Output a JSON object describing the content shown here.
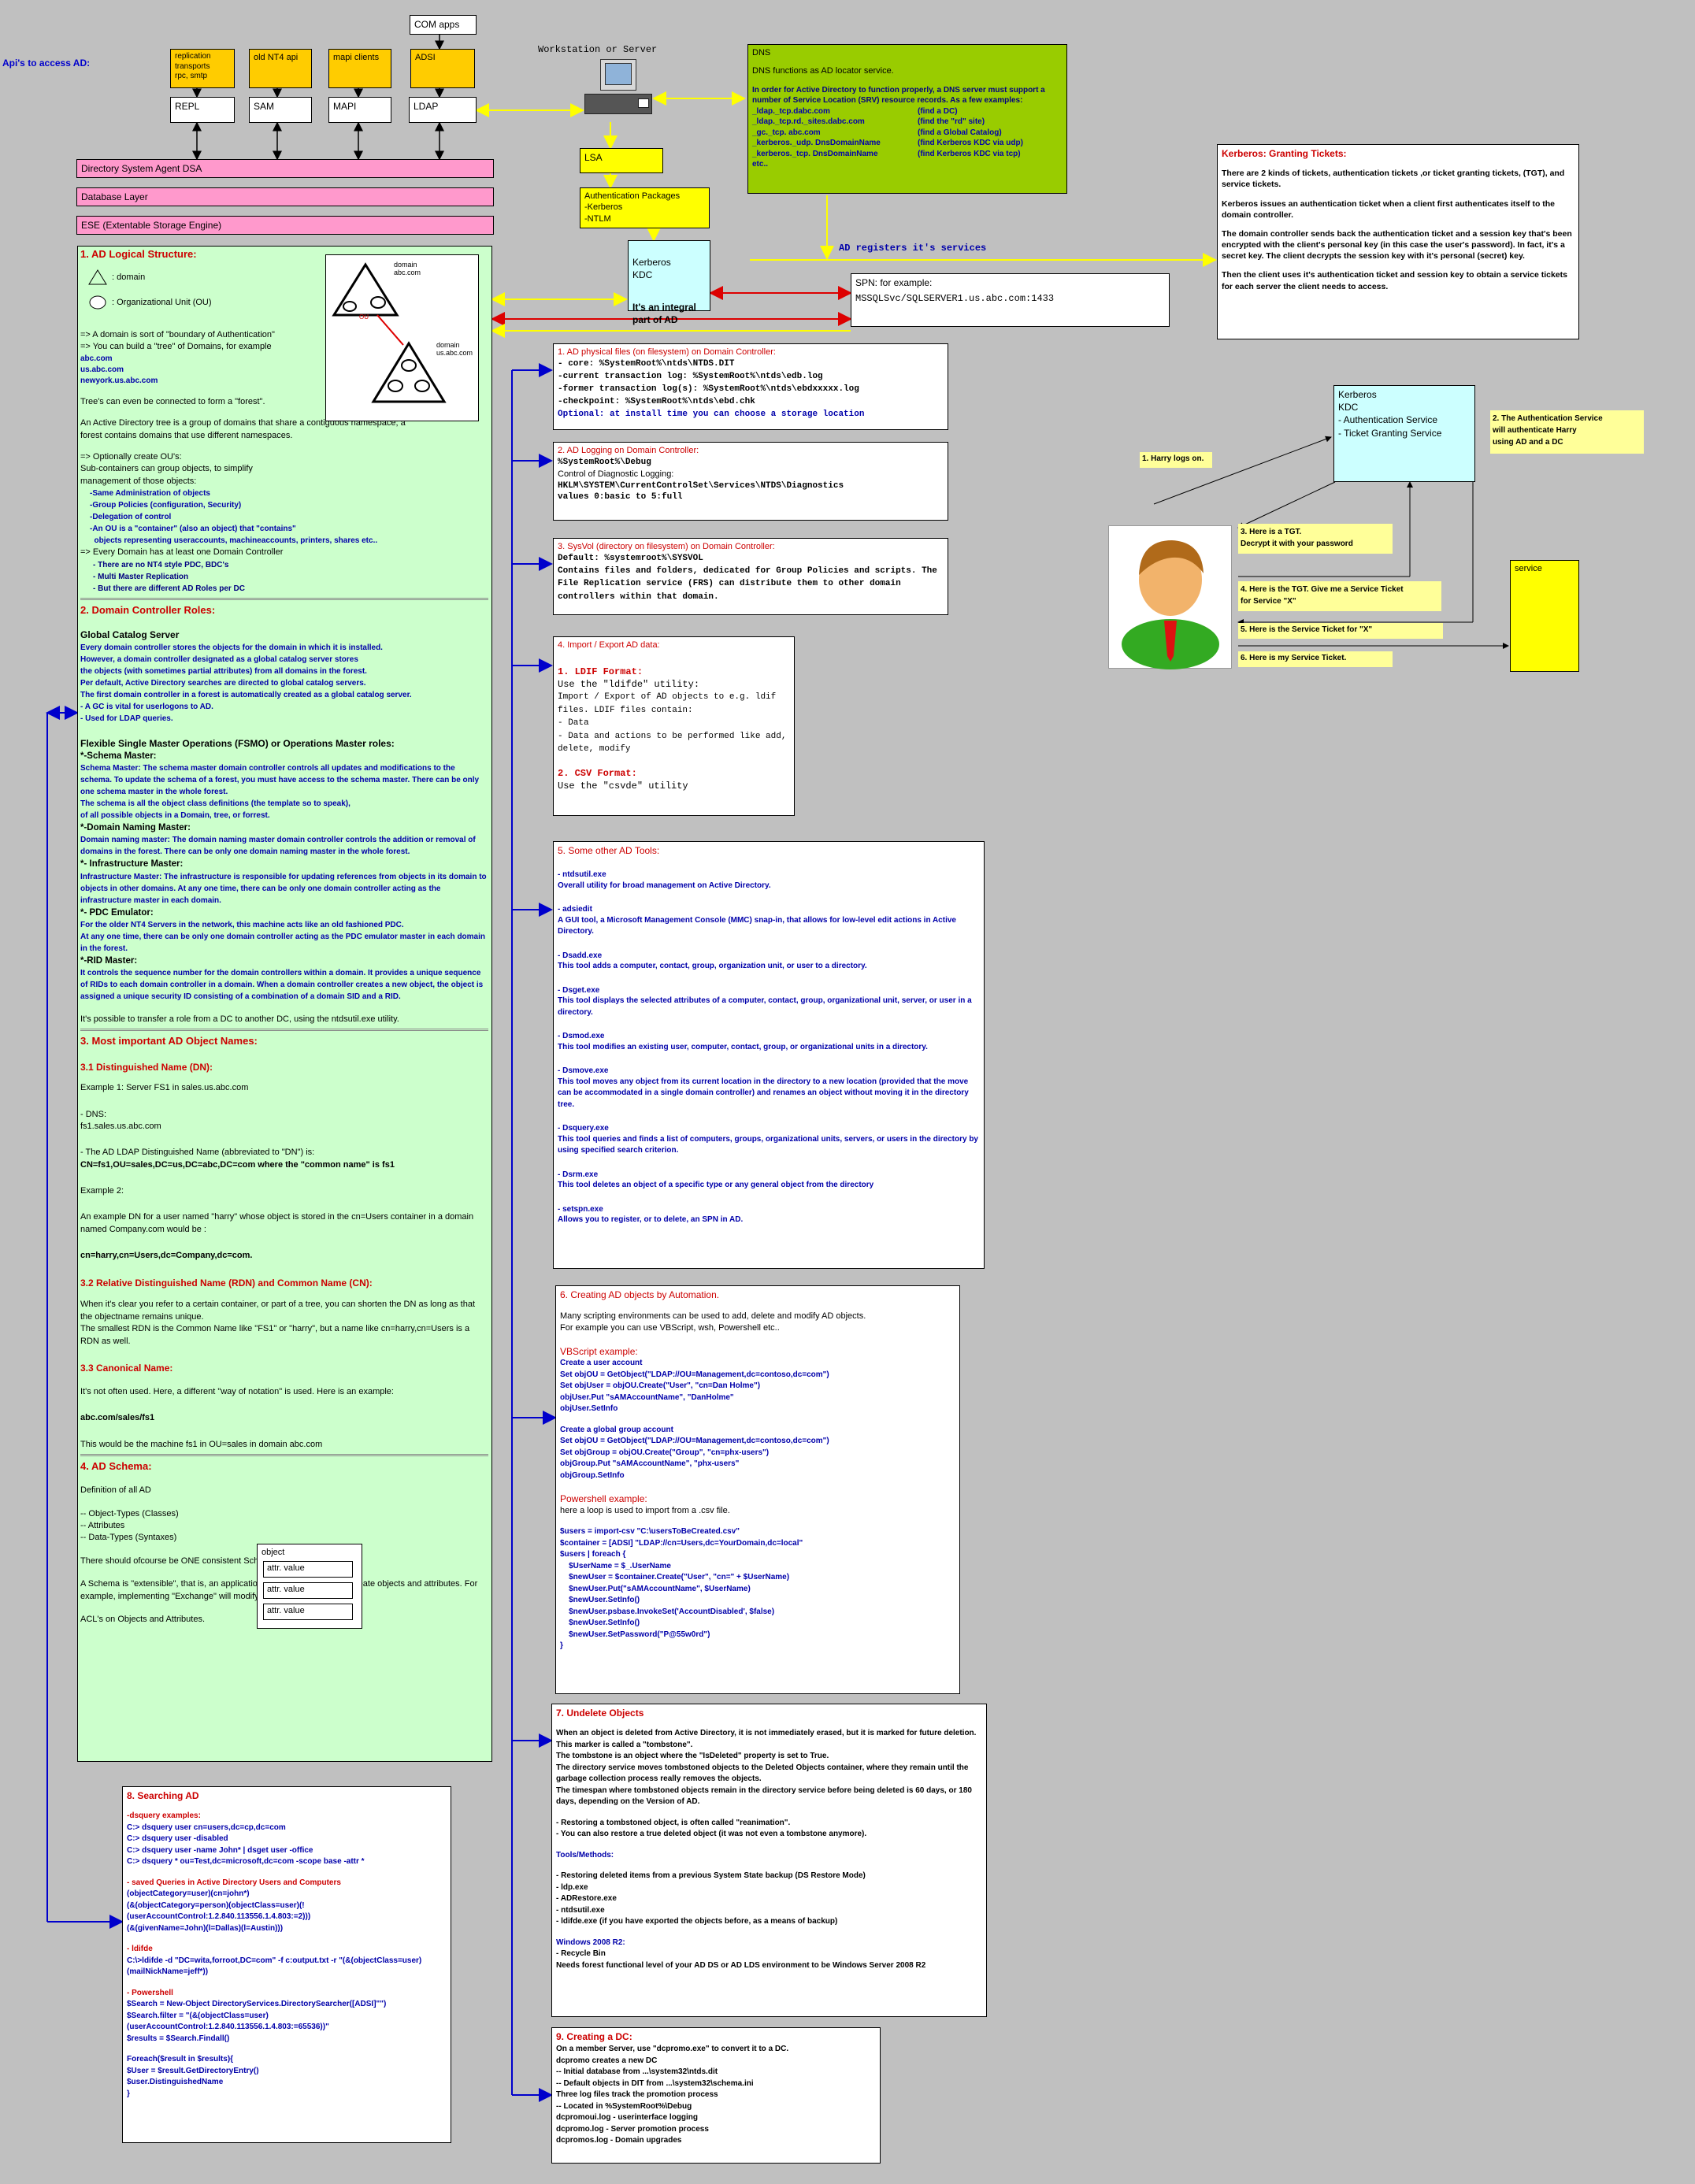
{
  "apis_label": "Api's to access AD:",
  "top_apis": [
    {
      "label": "replication\ntransports\nrpc, smtp"
    },
    {
      "label": "old NT4 api"
    },
    {
      "label": "mapi clients"
    },
    {
      "label": "ADSI"
    }
  ],
  "com_apps": "COM apps",
  "interfaces": [
    "REPL",
    "SAM",
    "MAPI",
    "LDAP"
  ],
  "layers": [
    "Directory System Agent DSA",
    "Database Layer",
    "ESE (Extentable Storage Engine)"
  ],
  "workstation_label": "Workstation or Server",
  "lsa_label": "LSA",
  "auth_packages": [
    "Authentication Packages",
    "-Kerberos",
    "-NTLM"
  ],
  "kdc": {
    "title": "Kerberos\nKDC",
    "integral": "It's an integral\npart of AD"
  },
  "ad_registers": "AD registers it's services",
  "spn": {
    "label": "SPN: for example:",
    "value": "MSSQLSvc/SQLSERVER1.us.abc.com:1433"
  },
  "dns": {
    "title": "DNS",
    "subtitle": "DNS functions as AD locator service.",
    "intro": "In order for Active Directory to function properly, a DNS server must support  a number of Service Location (SRV) resource records. As a few examples:",
    "records": [
      {
        "rec": "_ldap._tcp.dabc.com",
        "desc": "(find a DC)"
      },
      {
        "rec": "_ldap._tcp.rd._sites.dabc.com",
        "desc": "(find the \"rd\" site)"
      },
      {
        "rec": "_gc._tcp. abc.com",
        "desc": "(find a Global Catalog)"
      },
      {
        "rec": "_kerberos._udp. DnsDomainName",
        "desc": "(find Kerberos KDC via udp)"
      },
      {
        "rec": "_kerberos._tcp. DnsDomainName",
        "desc": "(find Kerberos KDC via tcp)"
      },
      {
        "rec": "etc..",
        "desc": ""
      }
    ]
  },
  "kerberos_tickets": {
    "title": "Kerberos: Granting Tickets:",
    "paras": [
      "There are  2 kinds of tickets, authentication tickets ,or ticket granting tickets, (TGT), and service tickets.",
      "Kerberos issues an authentication ticket when a client first authenticates itself to the domain controller.",
      "The domain controller sends back the authentication ticket and a session key that's been encrypted with the client's personal key (in this case the user's password). In fact, it's a secret key. The client decrypts the session key with it's personal (secret) key.",
      "Then the client uses it's authentication ticket and session key to obtain a service tickets for each server the client needs to access."
    ]
  },
  "kdc_flow": {
    "kdc_box": [
      "Kerberos",
      "KDC",
      "- Authentication Service",
      "- Ticket Granting Service"
    ],
    "step1": "1. Harry logs on.",
    "step2": "2. The Authentication Service\nwill authenticate Harry\nusing AD and a DC",
    "step3": "3. Here is a TGT.\nDecrypt it with your password",
    "step4": "4. Here is the TGT. Give me a Service Ticket\nfor Service \"X\"",
    "step5": "5. Here is the Service Ticket for \"X\"",
    "step6": "6. Here is my Service Ticket.",
    "service": "service"
  },
  "logical": {
    "title": "1. AD   Logical Structure:",
    "legend_domain": ": domain",
    "legend_ou": ": Organizational Unit (OU)",
    "tree_domain1": "domain\nabc.com",
    "tree_domain2": "domain\nus.abc.com",
    "tree_ou": "OU",
    "lines": [
      "=> A domain is sort of \"boundary of Authentication\"",
      "=> You can build a \"tree\" of Domains, for example"
    ],
    "domains": [
      "abc.com",
      "us.abc.com",
      "newyork.us.abc.com"
    ],
    "forest": "Tree's can even be connected to form a \"forest\".",
    "forest2": "An Active Directory tree is a group of domains that share a contiguous namespace; a forest contains domains that use different namespaces.",
    "ou_intro": "=> Optionally create OU's:",
    "ou_sub": "Sub-containers can group objects, to simplify\nmanagement of those objects:",
    "ou_items": [
      "-Same Administration of objects",
      "-Group Policies (configuration, Security)",
      "-Delegation of control",
      "-An OU is a \"container\" (also an object) that \"contains\"",
      "  objects representing useraccounts, machineaccounts, printers, shares etc.."
    ],
    "every_dc": "=> Every Domain has at least one Domain Controller",
    "dc_items": [
      "- There are no NT4 style PDC, BDC's",
      "- Multi Master Replication",
      "- But there are different AD Roles per DC"
    ]
  },
  "dc_roles": {
    "title": "2. Domain Controller Roles:",
    "gc_title": "Global Catalog Server",
    "gc_text": [
      "Every domain controller stores the objects for the domain in which it is installed.",
      "However, a domain controller designated as a global catalog server stores",
      "the objects (with sometimes partial attributes) from all domains in the forest.",
      "Per default, Active Directory searches are directed to global catalog servers.",
      "The first domain controller in a forest is automatically created as a global catalog server.",
      "- A GC is vital for userlogons to AD.",
      "- Used for LDAP queries."
    ],
    "fsmo_title": "Flexible Single Master Operations (FSMO)  or Operations Master roles:",
    "roles": [
      {
        "name": "*-Schema Master:",
        "text": "Schema Master: The schema master domain controller controls all updates and modifications to the schema. To update the schema of a forest, you must have access to the schema master. There can be only one schema master in the whole forest.\nThe schema is all the object class definitions (the template so to speak),\nof all possible objects in a Domain, tree, or forrest."
      },
      {
        "name": "*-Domain Naming Master:",
        "text": "Domain naming master: The domain naming master domain controller controls the addition or removal of domains in the forest. There can be only one domain naming master in the whole forest."
      },
      {
        "name": "*- Infrastructure Master:",
        "text": "Infrastructure Master: The infrastructure is responsible for updating references from objects in its domain to objects in other domains. At any one time, there can be only one domain controller acting as the infrastructure master in each domain."
      },
      {
        "name": "*- PDC Emulator:",
        "text": "For the older NT4 Servers in the network, this machine acts like an old fashioned PDC.\nAt any one time, there can be only one domain controller acting as the PDC emulator master in each domain in the forest."
      },
      {
        "name": "*-RID Master:",
        "text": "It controls the sequence number for the domain controllers within a domain. It provides a unique sequence of RIDs to each domain controller in a domain. When a domain controller creates a new object, the object is assigned a unique security ID consisting of a combination of a domain SID and a RID."
      }
    ],
    "transfer": "It's possible to transfer a role from a DC to another DC, using the ntdsutil.exe utility."
  },
  "object_names": {
    "title": "3. Most important AD Object Names:",
    "dn_title": "3.1 Distinguished Name (DN):",
    "dn_lines": [
      "Example 1: Server FS1 in sales.us.abc.com",
      "- DNS:",
      "fs1.sales.us.abc.com",
      "- The AD LDAP Distinguished Name (abbreviated to \"DN\") is:",
      "CN=fs1,OU=sales,DC=us,DC=abc,DC=com       where the \"common name\" is fs1",
      "Example 2:",
      "An example DN for a user named \"harry\" whose object is stored in the cn=Users container in a domain named Company.com would be :",
      "cn=harry,cn=Users,dc=Company,dc=com."
    ],
    "rdn_title": "3.2 Relative Distinguished Name (RDN) and Common Name (CN):",
    "rdn_lines": [
      "When it's clear you refer to a certain container, or part of a tree, you can shorten the DN as long as that the objectname remains unique.",
      "The smallest RDN is the Common Name like \"FS1\" or \"harry\", but a name like cn=harry,cn=Users is a RDN as well."
    ],
    "cn_title": "3.3 Canonical Name:",
    "cn_lines": [
      "It's not often used. Here, a different \"way of notation\" is used. Here is an example:",
      "abc.com/sales/fs1",
      "This would be the machine fs1 in OU=sales in domain abc.com"
    ]
  },
  "schema": {
    "title": "4. AD Schema:",
    "object_label": "object",
    "attrs": [
      "attr. value",
      "attr. value",
      "attr. value"
    ],
    "lines": [
      "Definition of all AD",
      "-- Object-Types (Classes)",
      "-- Attributes",
      "-- Data-Types (Syntaxes)",
      "There should ofcourse be ONE consistent Schema inside a single Forest.",
      "A Schema is \"extensible\", that is, an application or Administrator could create objects and attributes. For example, implementing \"Exchange\" will modify AD.",
      "ACL's on Objects and Attributes."
    ]
  },
  "physical_files": {
    "title": "1. AD physical files (on filesystem) on Domain Controller:",
    "lines": [
      "- core: %SystemRoot%\\ntds\\NTDS.DIT",
      "-current transaction log: %SystemRoot%\\ntds\\edb.log",
      "-former transaction log(s): %SystemRoot%\\ntds\\ebdxxxxx.log",
      "-checkpoint: %SystemRoot%\\ntds\\ebd.chk",
      "Optional: at install time you can choose a storage location"
    ]
  },
  "logging": {
    "title": "2. AD Logging on Domain Controller:",
    "lines": [
      "%SystemRoot%\\Debug",
      "Control of Diagnostic Logging:",
      "HKLM\\SYSTEM\\CurrentControlSet\\Services\\NTDS\\Diagnostics",
      "values 0:basic to 5:full"
    ]
  },
  "sysvol": {
    "title": "3. SysVol  (directory on filesystem) on Domain Controller:",
    "lines": [
      "Default: %systemroot%\\SYSVOL",
      "Contains files and folders, dedicated for Group Policies and scripts. The File Replication service (FRS) can distribute them to other domain controllers within that domain."
    ]
  },
  "import_export": {
    "title": "4. Import / Export AD data:",
    "ldif_title": "1.  LDIF Format:",
    "ldif_lines": [
      "Use the \"ldifde\" utility:",
      "Import / Export of AD objects to e.g. ldif files. LDIF files contain:",
      "- Data",
      "- Data and actions to be performed like add, delete, modify"
    ],
    "csv_title": "2.  CSV Format:",
    "csv_line": "Use the \"csvde\" utility"
  },
  "tools": {
    "title": "5. Some other AD Tools:",
    "items": [
      {
        "name": "- ntdsutil.exe",
        "desc": "Overall utility for broad management on Active Directory."
      },
      {
        "name": "- adsiedit",
        "desc": " A GUI tool,  a Microsoft Management Console (MMC) snap-in, that allows for low-level edit actions in Active Directory."
      },
      {
        "name": "- Dsadd.exe",
        "desc": "This tool adds a computer, contact, group, organization unit, or user to a directory."
      },
      {
        "name": "- Dsget.exe",
        "desc": "This tool displays the selected attributes of a computer, contact, group, organizational unit, server, or user in a directory."
      },
      {
        "name": "- Dsmod.exe",
        "desc": "This tool modifies an existing user, computer, contact, group, or organizational units in a directory."
      },
      {
        "name": "- Dsmove.exe",
        "desc": "This tool moves any object from its current location in the directory to a new location (provided that the move can be accommodated in a single domain controller) and renames an object without moving it in the directory tree."
      },
      {
        "name": "- Dsquery.exe",
        "desc": "This tool queries and finds a list of computers, groups, organizational units, servers, or users in the directory by using specified search criterion."
      },
      {
        "name": "- Dsrm.exe",
        "desc": "This tool deletes an object of a specific type or any general object from the directory"
      },
      {
        "name": "- setspn.exe",
        "desc": "Allows you to register, or to delete, an SPN in AD."
      }
    ]
  },
  "automation": {
    "title": "6. Creating AD objects by Automation.",
    "intro": [
      "Many scripting environments can be used to add, delete and modify AD objects.",
      "For example you can use VBScript, wsh, Powershell etc.."
    ],
    "vbs_title": "VBScript example:",
    "vbs1": [
      "Create a user account",
      "Set objOU = GetObject(\"LDAP://OU=Management,dc=contoso,dc=com\")",
      "Set objUser = objOU.Create(\"User\", \"cn=Dan Holme\")",
      "objUser.Put \"sAMAccountName\", \"DanHolme\"",
      "objUser.SetInfo"
    ],
    "vbs2": [
      "Create a global group account",
      "Set objOU = GetObject(\"LDAP://OU=Management,dc=contoso,dc=com\")",
      "Set objGroup = objOU.Create(\"Group\", \"cn=phx-users\")",
      "objGroup.Put \"sAMAccountName\", \"phx-users\"",
      "objGroup.SetInfo"
    ],
    "ps_title": "Powershell example:",
    "ps_intro": "here a loop is used to import from a .csv file.",
    "ps_lines": [
      "$users = import-csv \"C:\\usersToBeCreated.csv\"",
      "$container = [ADSI] \"LDAP://cn=Users,dc=YourDomain,dc=local\"",
      "$users | foreach {",
      "    $UserName = $_.UserName",
      "    $newUser = $container.Create(\"User\", \"cn=\" + $UserName)",
      "    $newUser.Put(\"sAMAccountName\", $UserName)",
      "    $newUser.SetInfo()",
      "    $newUser.psbase.InvokeSet('AccountDisabled', $false)",
      "    $newUser.SetInfo()",
      "    $newUser.SetPassword(\"P@55w0rd\")",
      "}"
    ]
  },
  "undelete": {
    "title": "7. Undelete Objects",
    "lines": [
      "When an object is deleted from Active Directory, it is not immediately erased, but it is marked for future deletion. This marker is called a \"tombstone\".",
      "The tombstone is an object where the \"IsDeleted\" property is set to True.",
      "The directory service moves tombstoned objects to the Deleted Objects container, where they remain until the garbage collection process really removes the objects.",
      "The timespan where tombstoned objects remain in the directory service before being deleted is 60 days, or 180 days,  depending on the Version of AD.",
      "- Restoring a tombstoned object, is often called \"reanimation\".",
      "- You can also restore a true deleted object (it was not even a tombstone anymore).",
      "Tools/Methods:",
      "- Restoring deleted items from a previous System State backup (DS Restore Mode)",
      "- ldp.exe",
      "- ADRestore.exe",
      "- ntdsutil.exe",
      "- ldifde.exe (if you have exported the objects before, as a means of backup)",
      "Windows 2008 R2:",
      "- Recycle Bin",
      "Needs forest functional level of your AD DS or AD LDS environment to be Windows Server 2008 R2"
    ]
  },
  "dcpromo": {
    "title": "9. Creating a DC:",
    "lines": [
      "On a member Server, use \"dcpromo.exe\" to convert it to a DC.",
      "dcpromo creates a new DC",
      "-- Initial database from ...\\system32\\ntds.dit",
      "-- Default objects in DIT from ...\\system32\\schema.ini",
      "Three log files track the promotion process",
      "-- Located in %SystemRoot%\\Debug",
      "dcpromoui.log - userinterface logging",
      "dcpromo.log - Server promotion process",
      "dcpromos.log - Domain upgrades"
    ]
  },
  "searching": {
    "title": "8. Searching AD",
    "dsq_title": "-dsquery examples:",
    "dsq": [
      "C:> dsquery user cn=users,dc=cp,dc=com",
      "C:> dsquery user -disabled",
      "C:> dsquery user -name John* | dsget user -office",
      "C:> dsquery * ou=Test,dc=microsoft,dc=com -scope base -attr *"
    ],
    "saved_title": "- saved Queries in Active Directory Users and Computers",
    "saved": [
      "(objectCategory=user)(cn=john*)",
      "(&(objectCategory=person)(objectClass=user)(!(userAccountControl:1.2.840.113556.1.4.803:=2)))",
      "(&(givenName=John)(l=Dallas)(l=Austin)))"
    ],
    "ldifde_title": "- ldifde",
    "ldifde": [
      "C:\\>ldifde -d \"DC=wita,forroot,DC=com\" -f c:output.txt -r \"(&(objectClass=user)(mailNickName=jeff*))"
    ],
    "ps_title": "- Powershell",
    "ps": [
      "$Search = New-Object DirectoryServices.DirectorySearcher([ADSI]\"\")",
      "$Search.filter = \"(&(objectClass=user)(userAccountControl:1.2.840.113556.1.4.803:=65536))\"",
      "$results = $Search.Findall()",
      "",
      "Foreach($result in $results){",
      "$User = $result.GetDirectoryEntry()",
      "$user.DistinguishedName",
      "}"
    ]
  }
}
